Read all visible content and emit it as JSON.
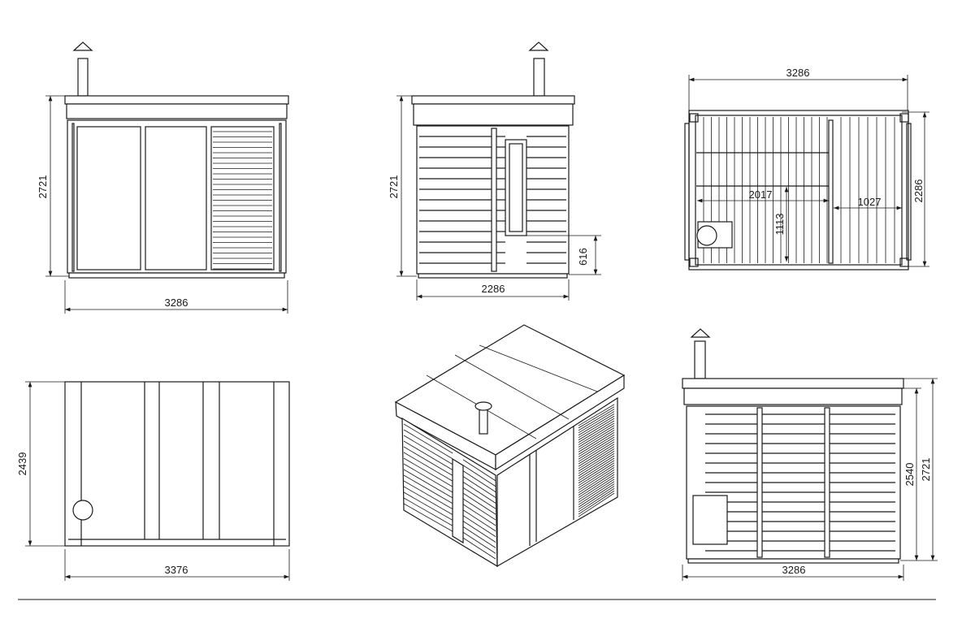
{
  "views": {
    "front": {
      "height": "2721",
      "width": "3286"
    },
    "side": {
      "height": "2721",
      "width": "2286",
      "window_sill": "616"
    },
    "plan": {
      "width": "3286",
      "depth": "2286",
      "sauna_width": "2017",
      "sauna_depth": "1113",
      "room_width": "1027"
    },
    "roof": {
      "depth": "2439",
      "width": "3376"
    },
    "back": {
      "wall_height": "2540",
      "height": "2721",
      "width": "3286"
    }
  },
  "colors": {
    "line": "#1a1a1a",
    "background": "#ffffff"
  }
}
